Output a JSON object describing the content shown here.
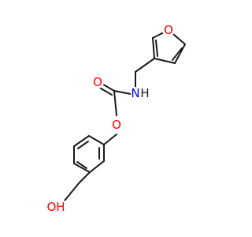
{
  "molecule": {
    "colors": {
      "bond": "#1a1a1a",
      "oxygen": "#ff0000",
      "nitrogen": "#0000ff",
      "hydrogen_on_n": "#1a1a1a"
    },
    "labels": {
      "furan_oxygen": "O",
      "amide_oxygen": "O",
      "amide_nitrogen": "N",
      "amide_hydrogen": "H",
      "ether_oxygen": "O",
      "hydroxyl": "OH"
    }
  }
}
